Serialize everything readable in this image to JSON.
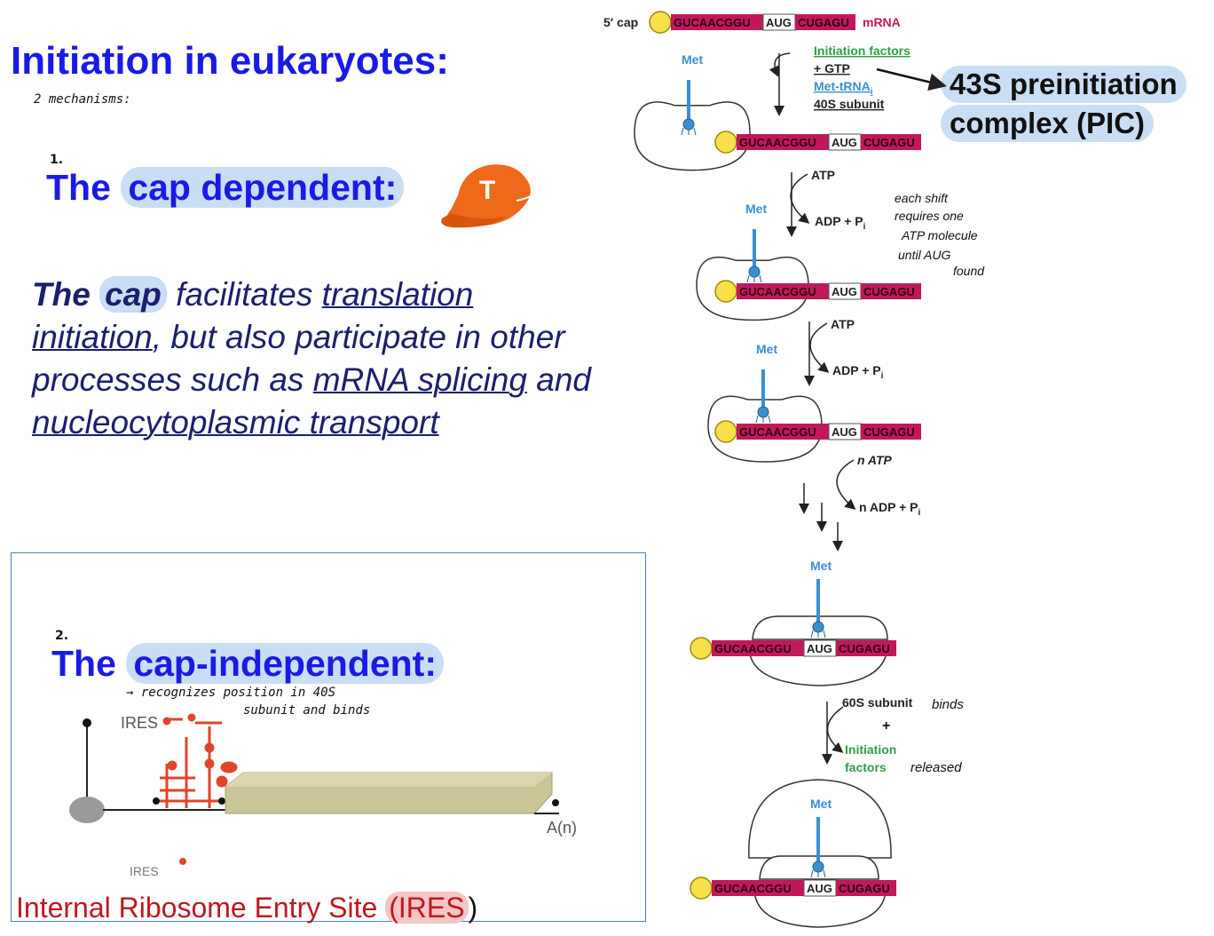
{
  "left": {
    "title": "Initiation in eukaryotes:",
    "mechanisms_note": "2 mechanisms:",
    "item1_num": "1.",
    "cap_dependent": {
      "prefix": "The",
      "highlight": "cap dependent:"
    },
    "paragraph": {
      "the": "The",
      "cap": "cap",
      "t1": " facilitates ",
      "translation_initiation_a": "translation",
      "translation_initiation_b": "initiation",
      "t2": ", but also participate in other processes such as ",
      "mrna_splicing": "mRNA splicing",
      "t3": " and ",
      "nucleo": "nucleocytoplasmic transport"
    },
    "item2_num": "2.",
    "cap_independent": {
      "prefix": "The",
      "highlight": "cap-independent:"
    },
    "ires_note_1": "→ recognizes position in 40S",
    "ires_note_2": "subunit and binds",
    "ires_label": "IRES",
    "ires_label_bottom": "IRES",
    "polya_label": "A(n)",
    "caption": {
      "pre": "Internal Ribosome Entry Site ",
      "open": "(",
      "ires": "IRES",
      "close": ")"
    }
  },
  "right": {
    "cap_label": "5′ cap",
    "mrna_label": "mRNA",
    "seq1": "GUCAACGGU",
    "seq_aug": "AUG",
    "seq2": "CUGAGU",
    "met": "Met",
    "factors": {
      "line1": "Initiation factors",
      "line2": "+ GTP",
      "line3": "Met-tRNA",
      "line3_sub": "i",
      "line4": "40S subunit"
    },
    "pic": {
      "line1": "43S preinitiation",
      "line2": "complex (PIC)"
    },
    "atp": "ATP",
    "adp": "ADP + P",
    "adp_sub": "i",
    "n_atp": "n ATP",
    "n_adp": "n ADP + P",
    "shift_note": [
      "each shift",
      "requires one",
      "ATP molecule",
      "until AUG",
      "found"
    ],
    "sixty_s": "60S subunit",
    "binds_note": "binds",
    "plus_note": "+",
    "initiation": "Initiation",
    "factors_word": "factors",
    "released_note": "released"
  },
  "colors": {
    "title": "#1a1ae6",
    "highlight": "#c9def4",
    "mrna": "#c2185b",
    "cap": "#f7e04a",
    "met": "#3a8fd0",
    "green": "#2e9e4b",
    "caption": "#c0171e"
  }
}
